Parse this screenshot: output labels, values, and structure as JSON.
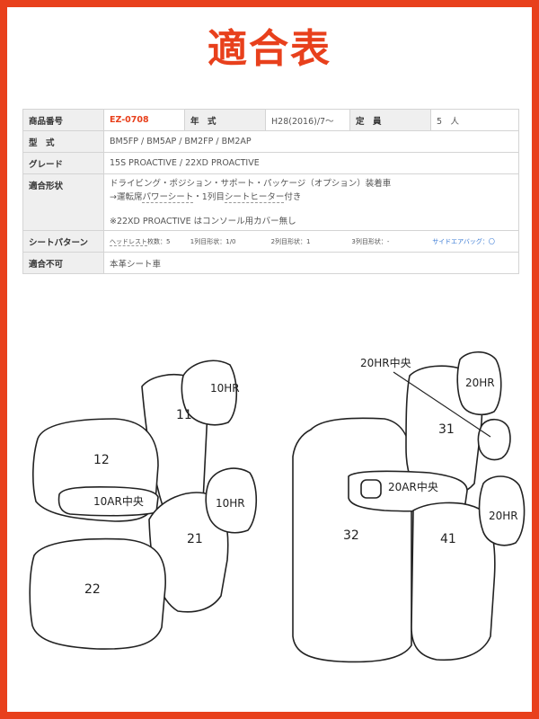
{
  "title": "適合表",
  "spec": {
    "product_no_label": "商品番号",
    "product_no": "EZ-0708",
    "year_label": "年　式",
    "year": "H28(2016)/7〜",
    "capacity_label": "定　員",
    "capacity": "5　人",
    "model_label": "型　式",
    "model": "BM5FP / BM5AP / BM2FP / BM2AP",
    "grade_label": "グレード",
    "grade": "15S PROACTIVE / 22XD PROACTIVE",
    "fit_label": "適合形状",
    "fit_line1": "ドライビング・ポジション・サポート・パッケージ（オプション）装着車",
    "fit_line2_prefix": "→運転席",
    "fit_line2_ul1": "パワーシート",
    "fit_line2_mid": "・1列目",
    "fit_line2_ul2": "シートヒーター",
    "fit_line2_suffix": "付き",
    "fit_line3": "※22XD PROACTIVE はコンソール用カバー無し",
    "pattern_label": "シートパターン",
    "pattern_headrest_label": "ヘッドレスト",
    "pattern_headrest_value": "枚数：5",
    "pattern_row1": "1列目形状：1/0",
    "pattern_row2": "2列目形状：1",
    "pattern_row3": "3列目形状：-",
    "pattern_airbag": "サイドエアバッグ：〇",
    "unfit_label": "適合不可",
    "unfit": "本革シート車"
  },
  "diagram": {
    "labels": {
      "hr_front_top": "10HR",
      "seat_11": "11",
      "seat_12": "12",
      "ar_front": "10AR中央",
      "hr_front_bottom": "10HR",
      "seat_21": "21",
      "seat_22": "22",
      "hr_rear_center_callout": "20HR中央",
      "hr_rear_top": "20HR",
      "seat_31": "31",
      "ar_rear": "20AR中央",
      "seat_32": "32",
      "hr_rear_bottom": "20HR",
      "seat_41": "41"
    }
  }
}
